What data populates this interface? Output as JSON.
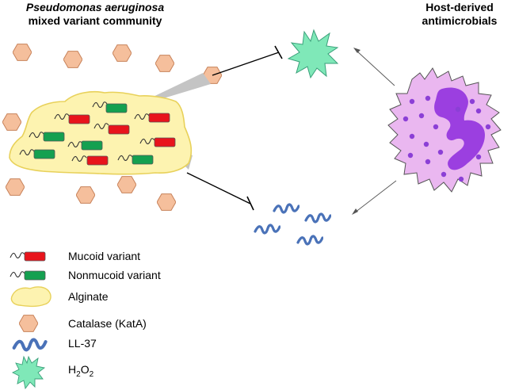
{
  "titles": {
    "community_line1": "Pseudomonas aeruginosa",
    "community_line2": "mixed variant community",
    "host_line1": "Host-derived",
    "host_line2": "antimicrobials"
  },
  "legend": {
    "mucoid": "Mucoid variant",
    "nonmucoid": "Nonmucoid variant",
    "alginate": "Alginate",
    "catalase": "Catalase (KatA)",
    "ll37": "LL-37",
    "h2o2_base": "H",
    "h2o2_sub1": "2",
    "h2o2_mid": "O",
    "h2o2_sub2": "2"
  },
  "colors": {
    "mucoid": "#e8141c",
    "nonmucoid": "#14a050",
    "alginate_fill": "#fdf3b0",
    "alginate_stroke": "#e8d15a",
    "catalase": "#f5bf9c",
    "ll37": "#4a72b8",
    "h2o2": "#7fe8b8",
    "neutrophil": "#eab7f0",
    "granule": "#8b3fd6"
  }
}
